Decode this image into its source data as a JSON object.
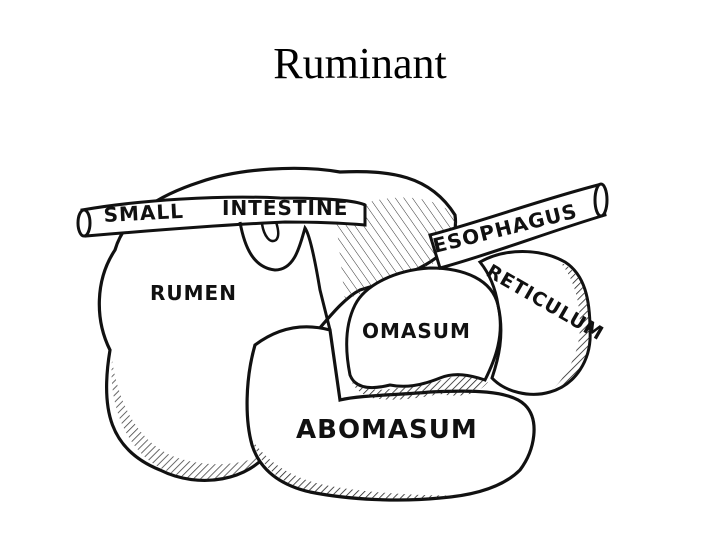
{
  "title": "Ruminant",
  "labels": {
    "small": "SMALL",
    "intestine": "INTESTINE",
    "esophagus": "ESOPHAGUS",
    "reticulum": "RETICULUM",
    "rumen": "RUMEN",
    "omasum": "OMASUM",
    "abomasum": "ABOMASUM"
  },
  "colors": {
    "ink": "#111111",
    "organ_fill": "#ffffff",
    "shade": "#222222"
  }
}
